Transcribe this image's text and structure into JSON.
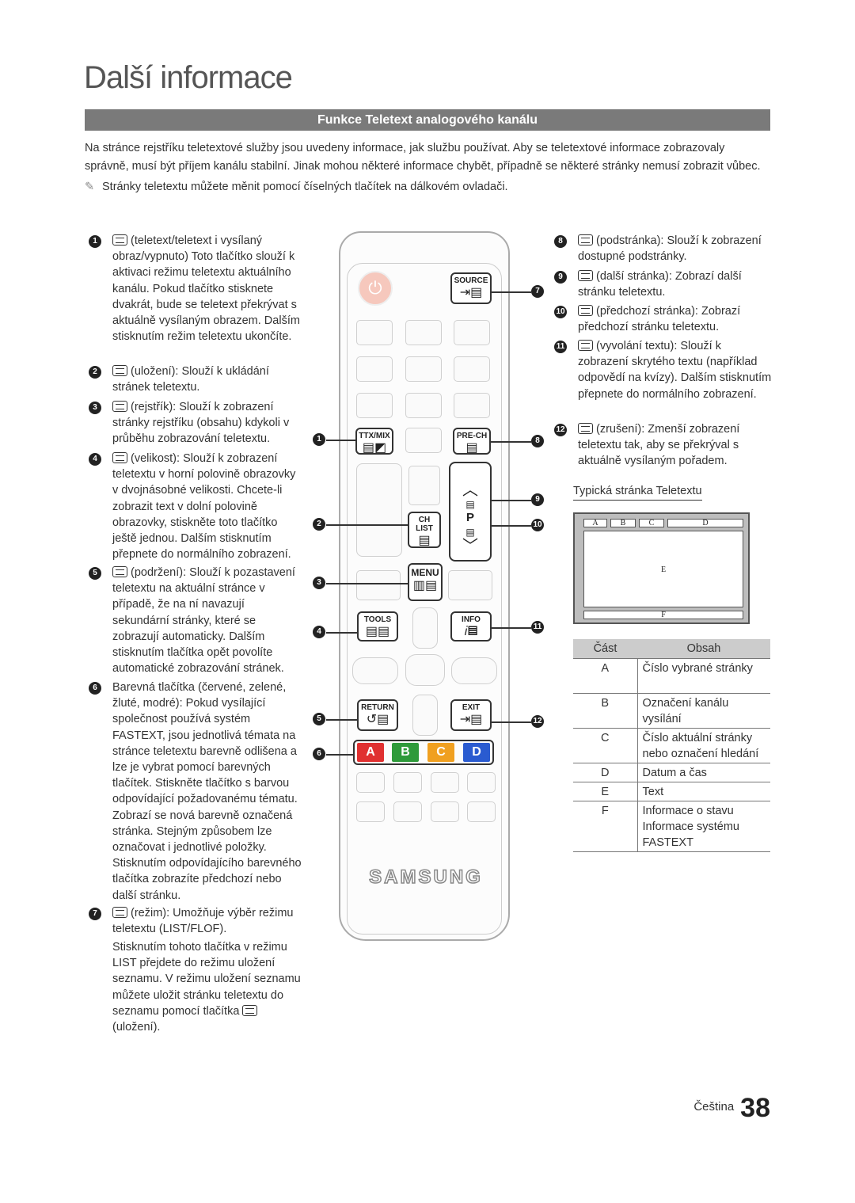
{
  "page_title": "Další informace",
  "section_title": "Funkce Teletext analogového kanálu",
  "intro": "Na stránce rejstříku teletextové služby jsou uvedeny informace, jak službu používat. Aby se teletextové informace zobrazovaly správně, musí být příjem kanálu stabilní. Jinak mohou některé informace chybět, případně se některé stránky nemusí zobrazit vůbec.",
  "note": "Stránky teletextu můžete měnit pomocí číselných tlačítek na dálkovém ovladači.",
  "left_items": [
    {
      "num": "1",
      "text": "(teletext/teletext i vysílaný obraz/vypnuto) Toto tlačítko slouží k aktivaci režimu teletextu aktuálního kanálu. Pokud tlačítko stisknete dvakrát, bude se teletext překrývat s aktuálně vysílaným obrazem. Dalším stisknutím režim teletextu ukončíte."
    },
    {
      "num": "2",
      "text": "(uložení): Slouží k ukládání stránek teletextu."
    },
    {
      "num": "3",
      "text": "(rejstřík): Slouží k zobrazení stránky rejstříku (obsahu) kdykoli v průběhu zobrazování teletextu."
    },
    {
      "num": "4",
      "text": "(velikost): Slouží k zobrazení teletextu v horní polovině obrazovky v dvojnásobné velikosti. Chcete-li zobrazit text v dolní polovině obrazovky, stiskněte toto tlačítko ještě jednou. Dalším stisknutím přepnete do normálního zobrazení."
    },
    {
      "num": "5",
      "text": "(podržení): Slouží k pozastavení teletextu na aktuální stránce v případě, že na ní navazují sekundární stránky, které se zobrazují automaticky. Dalším stisknutím tlačítka opět povolíte automatické zobrazování stránek."
    },
    {
      "num": "6",
      "text": "Barevná tlačítka (červené, zelené, žluté, modré): Pokud vysílající společnost používá systém FASTEXT, jsou jednotlivá témata na stránce teletextu barevně odlišena a lze je vybrat pomocí barevných tlačítek. Stiskněte tlačítko s barvou odpovídající požadovanému tématu. Zobrazí se nová barevně označená stránka. Stejným způsobem lze označovat i jednotlivé položky. Stisknutím odpovídajícího barevného tlačítka zobrazíte předchozí nebo další stránku."
    },
    {
      "num": "7",
      "text": "(režim): Umožňuje výběr režimu teletextu (LIST/FLOF)."
    }
  ],
  "item7_extra": "Stisknutím tohoto tlačítka v režimu LIST přejdete do režimu uložení seznamu. V režimu uložení seznamu můžete uložit stránku teletextu do seznamu pomocí tlačítka",
  "item7_extra_end": "(uložení).",
  "right_items": [
    {
      "num": "8",
      "text": "(podstránka): Slouží k zobrazení dostupné podstránky."
    },
    {
      "num": "9",
      "text": "(další stránka): Zobrazí další stránku teletextu."
    },
    {
      "num": "10",
      "text": "(předchozí stránka): Zobrazí předchozí stránku teletextu."
    },
    {
      "num": "11",
      "text": "(vyvolání textu): Slouží k zobrazení skrytého textu (například odpovědí na kvízy). Dalším stisknutím přepnete do normálního zobrazení."
    },
    {
      "num": "12",
      "text": "(zrušení): Zmenší zobrazení teletextu tak, aby se překrýval s aktuálně vysílaným pořadem."
    }
  ],
  "remote": {
    "source": "SOURCE",
    "ttx": "TTX/MIX",
    "prech": "PRE-CH",
    "chlist": "CH LIST",
    "p": "P",
    "menu": "MENU",
    "tools": "TOOLS",
    "info": "INFO",
    "return": "RETURN",
    "exit": "EXIT",
    "colors": [
      {
        "label": "A",
        "color": "#e03030"
      },
      {
        "label": "B",
        "color": "#2e9a3a"
      },
      {
        "label": "C",
        "color": "#f0a020"
      },
      {
        "label": "D",
        "color": "#2a5bd0"
      }
    ],
    "brand": "SAMSUNG"
  },
  "callouts": [
    "1",
    "2",
    "3",
    "4",
    "5",
    "6",
    "7",
    "8",
    "9",
    "10",
    "11",
    "12"
  ],
  "teletext_label": "Typická stránka Teletextu",
  "teletext_cells": {
    "A": "A",
    "B": "B",
    "C": "C",
    "D": "D",
    "E": "E",
    "F": "F"
  },
  "table": {
    "headers": [
      "Část",
      "Obsah"
    ],
    "rows": [
      {
        "part": "A",
        "content": "Číslo vybrané stránky"
      },
      {
        "part": "B",
        "content": "Označení kanálu vysílání"
      },
      {
        "part": "C",
        "content": "Číslo aktuální stránky nebo označení hledání"
      },
      {
        "part": "D",
        "content": "Datum a čas"
      },
      {
        "part": "E",
        "content": "Text"
      },
      {
        "part": "F",
        "content": "Informace o stavu Informace systému FASTEXT"
      }
    ]
  },
  "footer": {
    "language": "Čeština",
    "page_number": "38"
  }
}
